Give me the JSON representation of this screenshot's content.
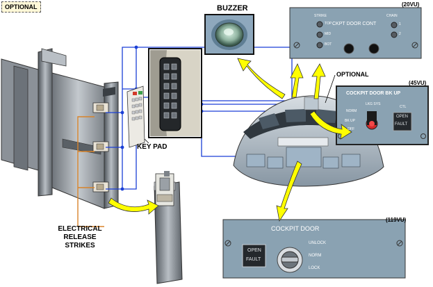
{
  "labels": {
    "optional_tag": "OPTIONAL",
    "buzzer": "BUZZER",
    "key_pad": "KEY PAD",
    "optional": "OPTIONAL",
    "electrical_release_strikes": [
      "ELECTRICAL",
      "RELEASE",
      "STRIKES"
    ]
  },
  "panel_20vu": {
    "vu": "(20VU)",
    "title": "CKPT DOOR CONT",
    "strike_header": "STRIKE",
    "chain_header": "CHAIN",
    "strike_items": [
      "TOP",
      "MID",
      "BOT"
    ],
    "chain_items": [
      "1",
      "2"
    ]
  },
  "panel_45vu": {
    "vu": "(45VU)",
    "title": "COCKPIT DOOR BK UP",
    "switch_label": "LKG SYS",
    "positions": [
      "NORM",
      "BK UP",
      "OFF"
    ],
    "ctl_label": "CTL",
    "indicator": [
      "OPEN",
      "FAULT"
    ]
  },
  "panel_119vu": {
    "vu": "(119VU)",
    "title": "COCKPIT DOOR",
    "indicator": [
      "OPEN",
      "FAULT"
    ],
    "positions": [
      "UNLOCK",
      "NORM",
      "LOCK"
    ]
  },
  "colors": {
    "panel": "#8aa2b2",
    "wire": "#1a3fd6",
    "strike_line": "#d8832a",
    "arrow": "#ffff00",
    "door": "#9aa0a6"
  }
}
